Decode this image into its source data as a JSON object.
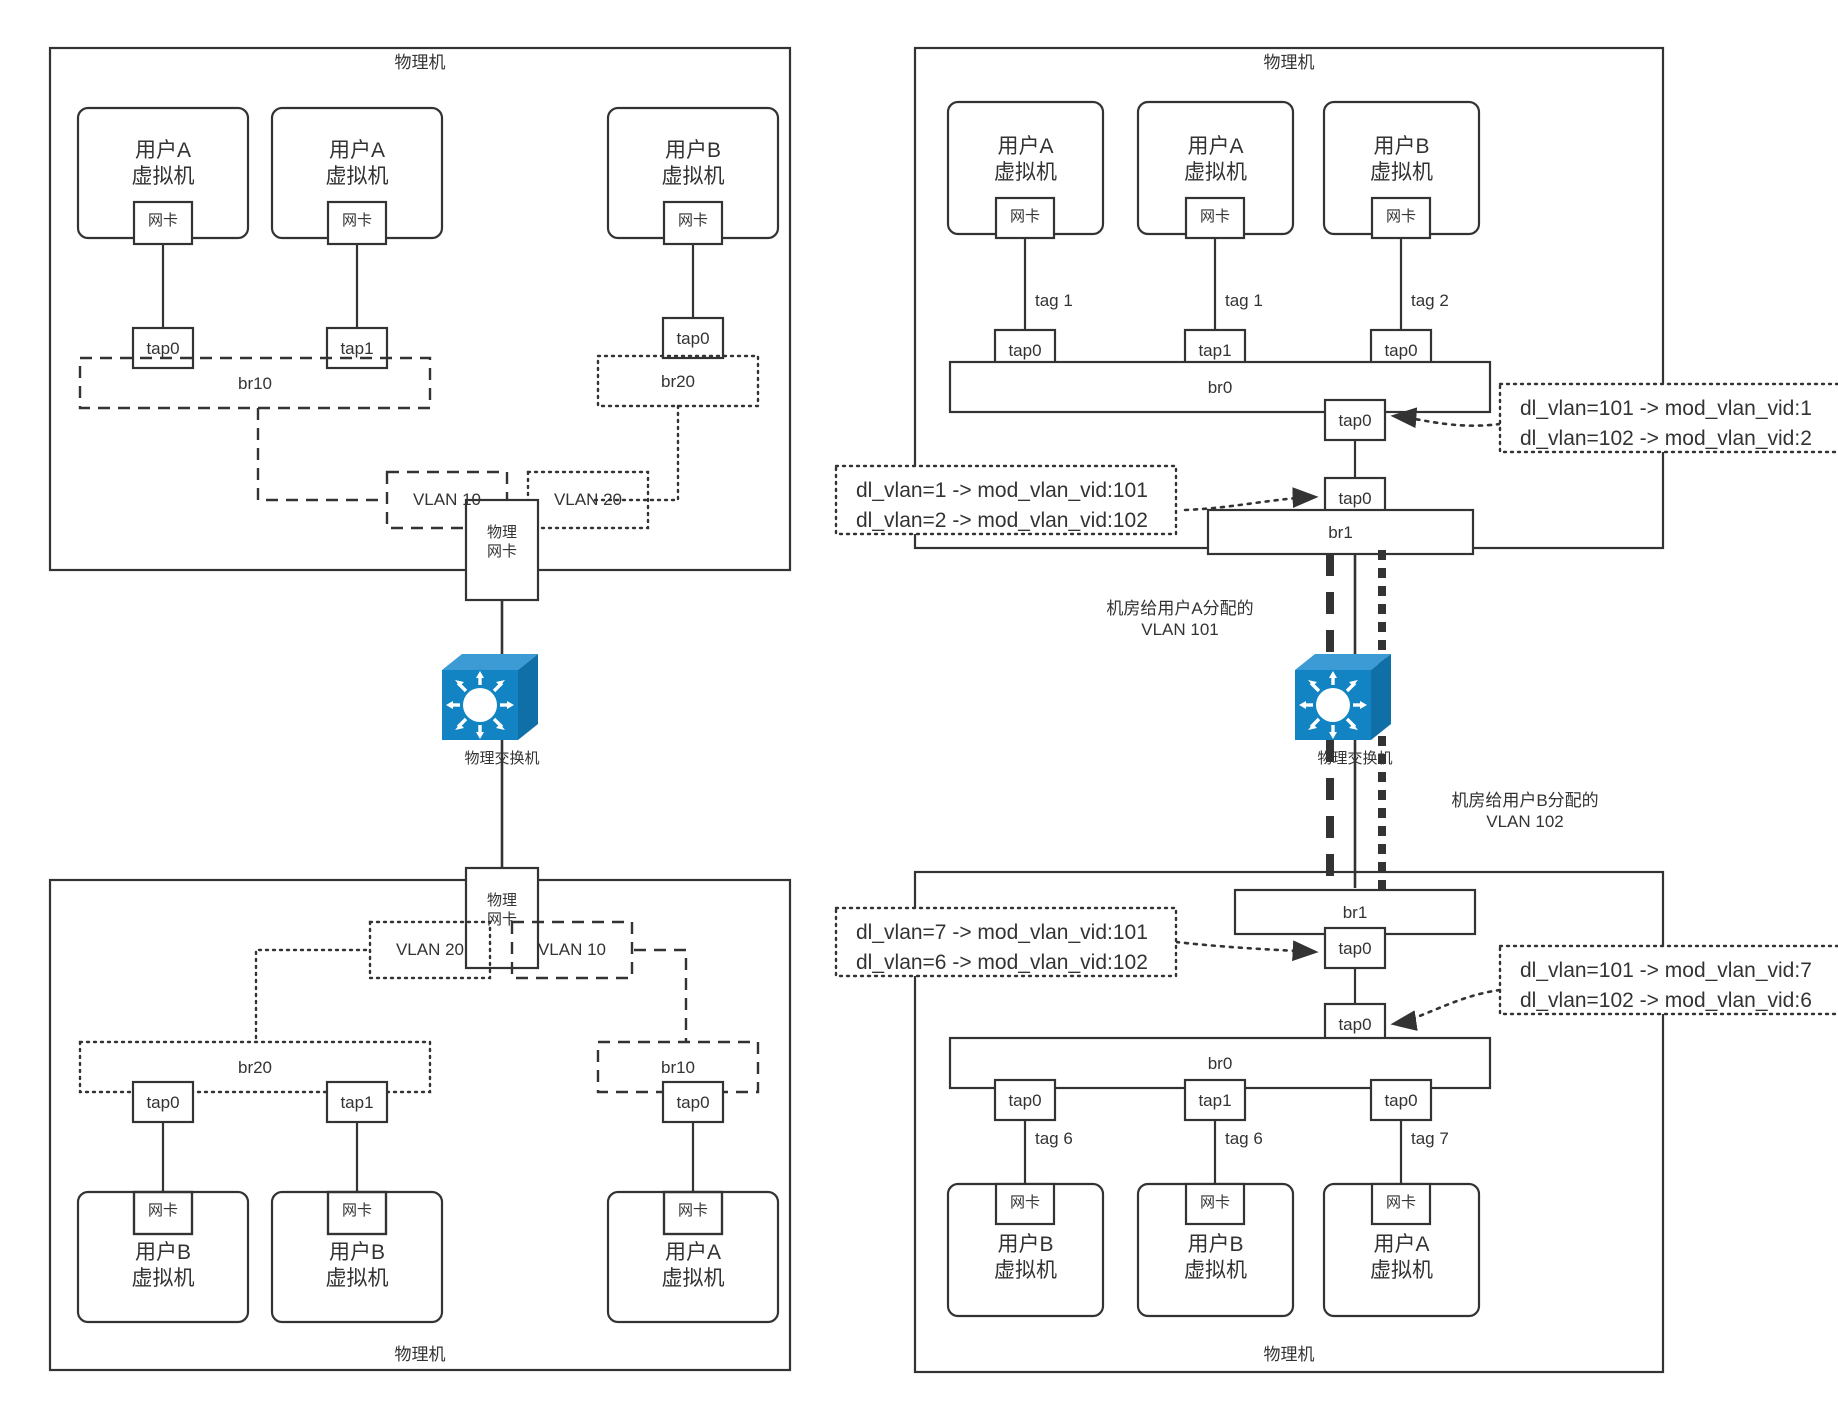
{
  "diagram": {
    "title_host": "物理机",
    "labels": {
      "vm_user_a": "用户A\n虚拟机",
      "vm_user_b": "用户B\n虚拟机",
      "nic": "网卡",
      "phys_nic": "物理\n网卡",
      "switch": "物理交换机"
    },
    "colors": {
      "stroke": "#333333",
      "switch_blue": "#1283C3",
      "switch_blue_dark": "#0F6FA6",
      "switch_blue_top": "#3C9BD4",
      "background": "#ffffff"
    }
  },
  "panels": {
    "top_left": {
      "host_label": "物理机",
      "vms": [
        {
          "name": "用户A\n虚拟机",
          "nic": "网卡",
          "tap": "tap0"
        },
        {
          "name": "用户A\n虚拟机",
          "nic": "网卡",
          "tap": "tap1"
        },
        {
          "name": "用户B\n虚拟机",
          "nic": "网卡",
          "tap": "tap0"
        }
      ],
      "bridges": [
        {
          "name": "br10",
          "style": "dashed"
        },
        {
          "name": "br20",
          "style": "dotted"
        }
      ],
      "vlans": [
        {
          "name": "VLAN 10",
          "style": "dashed"
        },
        {
          "name": "VLAN 20",
          "style": "dotted"
        }
      ],
      "phys_nic": "物理\n网卡"
    },
    "bottom_left": {
      "host_label": "物理机",
      "phys_nic": "物理\n网卡",
      "vlans": [
        {
          "name": "VLAN 20",
          "style": "dotted"
        },
        {
          "name": "VLAN 10",
          "style": "dashed"
        }
      ],
      "bridges": [
        {
          "name": "br20",
          "style": "dotted"
        },
        {
          "name": "br10",
          "style": "dashed"
        }
      ],
      "taps": [
        "tap0",
        "tap1",
        "tap0"
      ],
      "vms": [
        {
          "nic": "网卡",
          "name": "用户B\n虚拟机"
        },
        {
          "nic": "网卡",
          "name": "用户B\n虚拟机"
        },
        {
          "nic": "网卡",
          "name": "用户A\n虚拟机"
        }
      ]
    },
    "top_right": {
      "host_label": "物理机",
      "vms": [
        {
          "name": "用户A\n虚拟机",
          "nic": "网卡",
          "tag": "tag 1",
          "tap": "tap0"
        },
        {
          "name": "用户A\n虚拟机",
          "nic": "网卡",
          "tag": "tag 1",
          "tap": "tap1"
        },
        {
          "name": "用户B\n虚拟机",
          "nic": "网卡",
          "tag": "tag 2",
          "tap": "tap0"
        }
      ],
      "br0": "br0",
      "patch_tap_upper": "tap0",
      "patch_tap_lower": "tap0",
      "br1": "br1",
      "flow_left": "dl_vlan=1 -> mod_vlan_vid:101\ndl_vlan=2 -> mod_vlan_vid:102",
      "flow_right": "dl_vlan=101 -> mod_vlan_vid:1\ndl_vlan=102 -> mod_vlan_vid:2"
    },
    "bottom_right": {
      "host_label": "物理机",
      "br1": "br1",
      "patch_tap_upper": "tap0",
      "patch_tap_lower": "tap0",
      "br0": "br0",
      "flow_left": "dl_vlan=7 -> mod_vlan_vid:101\ndl_vlan=6 -> mod_vlan_vid:102",
      "flow_right": "dl_vlan=101 -> mod_vlan_vid:7\ndl_vlan=102 -> mod_vlan_vid:6",
      "vms": [
        {
          "tap": "tap0",
          "tag": "tag 6",
          "nic": "网卡",
          "name": "用户B\n虚拟机"
        },
        {
          "tap": "tap1",
          "tag": "tag 6",
          "nic": "网卡",
          "name": "用户B\n虚拟机"
        },
        {
          "tap": "tap0",
          "tag": "tag 7",
          "nic": "网卡",
          "name": "用户A\n虚拟机"
        }
      ]
    }
  },
  "switches": {
    "left": "物理交换机",
    "right": "物理交换机"
  },
  "trunk_labels": {
    "vlan_a": "机房给用户A分配的\nVLAN 101",
    "vlan_b": "机房给用户B分配的\nVLAN 102"
  }
}
